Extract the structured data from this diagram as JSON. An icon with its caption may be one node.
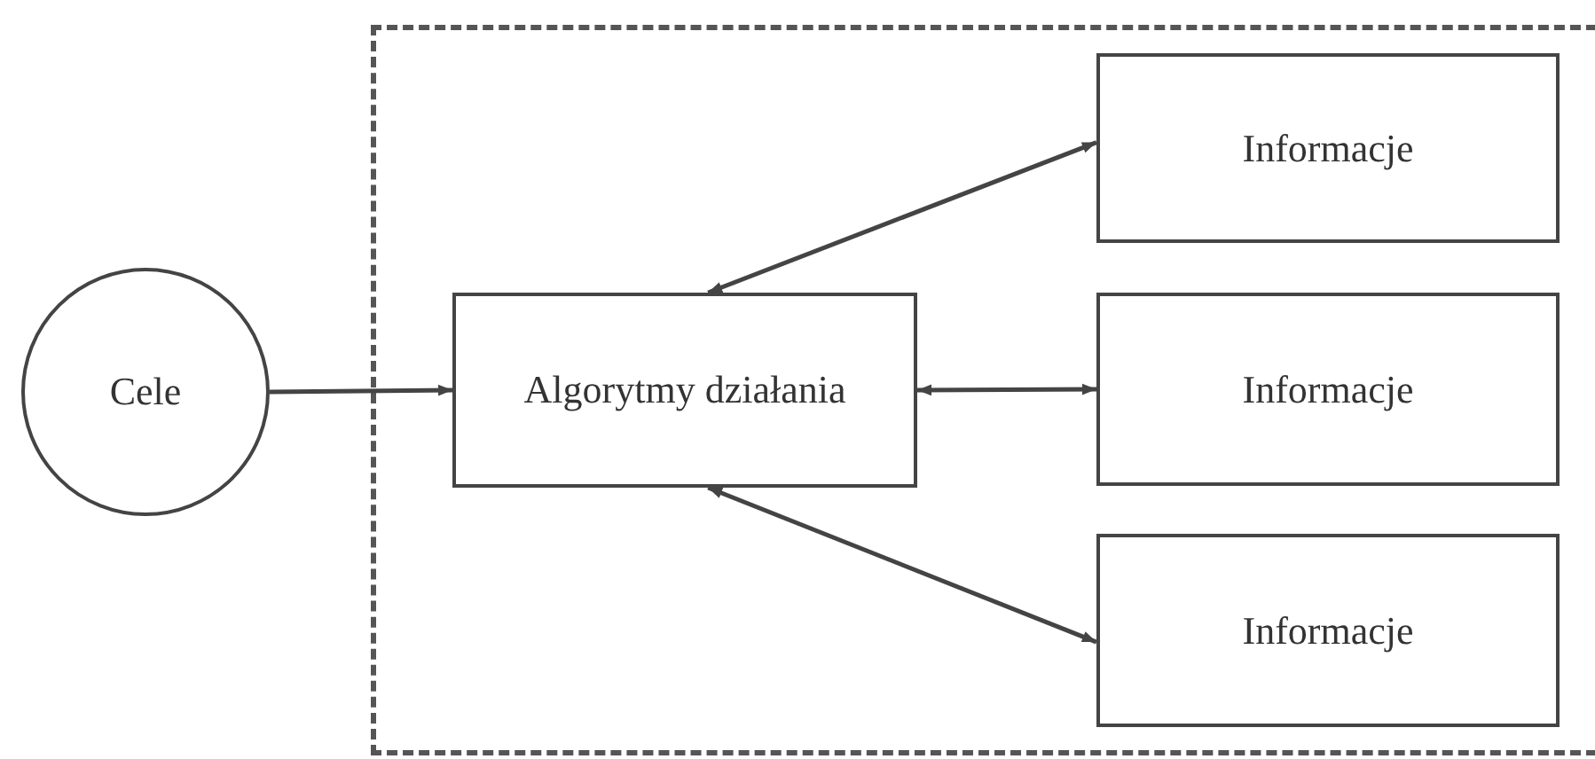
{
  "diagram": {
    "nodes": [
      {
        "text": [
          "Cele"
        ]
      },
      {
        "text": [],
        "shape": "box"
      },
      {
        "text": [
          "Algorytmy działania"
        ],
        "in": 1
      },
      {
        "text": [
          "Informacje"
        ],
        "in": 1
      },
      {
        "text": [
          "Informacje"
        ],
        "in": 1
      },
      {
        "text": [
          "Informacje"
        ],
        "in": 1
      }
    ],
    "edges": [
      {
        "from": 0,
        "to": 2,
        "arrow": "to"
      },
      {
        "from": 2,
        "to": 3,
        "arrow": "both"
      },
      {
        "from": 2,
        "to": 4,
        "arrow": "both"
      },
      {
        "from": 2,
        "to": 5,
        "arrow": "both"
      }
    ]
  }
}
